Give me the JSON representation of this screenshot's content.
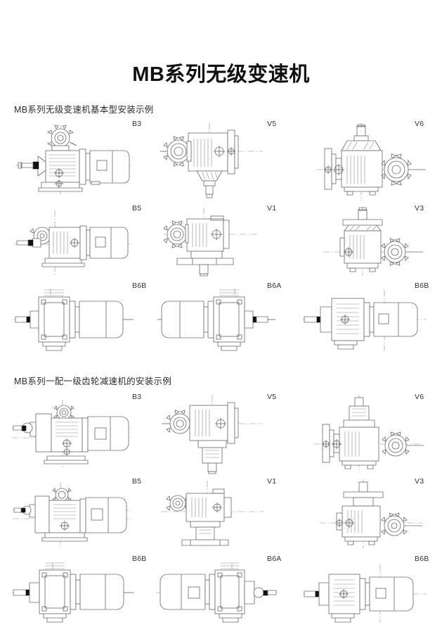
{
  "document": {
    "title": "MB系列无级变速机"
  },
  "sections": [
    {
      "header": "MB系列无级变速机基本型安装示例",
      "rows": [
        {
          "labels": [
            "B3",
            "V5",
            "V6"
          ]
        },
        {
          "labels": [
            "B5",
            "V1",
            "V3"
          ]
        },
        {
          "labels": [
            "B6B",
            "B6A",
            "B6B"
          ]
        }
      ]
    },
    {
      "header": "MB系列一配一级齿轮减速机的安装示例",
      "rows": [
        {
          "labels": [
            "B3",
            "V5",
            "V6"
          ]
        },
        {
          "labels": [
            "B5",
            "V1",
            "V3"
          ]
        },
        {
          "labels": [
            "B6B",
            "B6A",
            "B6B"
          ]
        }
      ]
    }
  ],
  "figures": {
    "s1r1": [
      "mb-gearbox-motor-horizontal-b3",
      "mb-gearbox-vertical-down-v5",
      "mb-gearbox-vertical-up-v6"
    ],
    "s1r2": [
      "mb-gearbox-motor-flange-b5",
      "mb-gearbox-vertical-foot-v1",
      "mb-gearbox-vertical-foot-v3"
    ],
    "s1r3": [
      "mb-gearbox-motor-side-b6b",
      "mb-gearbox-motor-side-b6a",
      "mb-gearbox-motor-side-b6b-right"
    ],
    "s2r1": [
      "mb-geared-motor-horizontal-b3",
      "mb-geared-vertical-down-v5",
      "mb-geared-vertical-up-v6"
    ],
    "s2r2": [
      "mb-geared-motor-flange-b5",
      "mb-geared-vertical-foot-v1",
      "mb-geared-vertical-foot-v3"
    ],
    "s2r3": [
      "mb-geared-motor-side-b6b",
      "mb-geared-motor-side-b6a",
      "mb-geared-motor-side-b6b-right"
    ]
  },
  "colors": {
    "line": "#6f6f6f",
    "line_dark": "#4a4a4a",
    "line_thin": "#9a9a9a",
    "text": "#1a1a1a",
    "background": "#ffffff"
  }
}
